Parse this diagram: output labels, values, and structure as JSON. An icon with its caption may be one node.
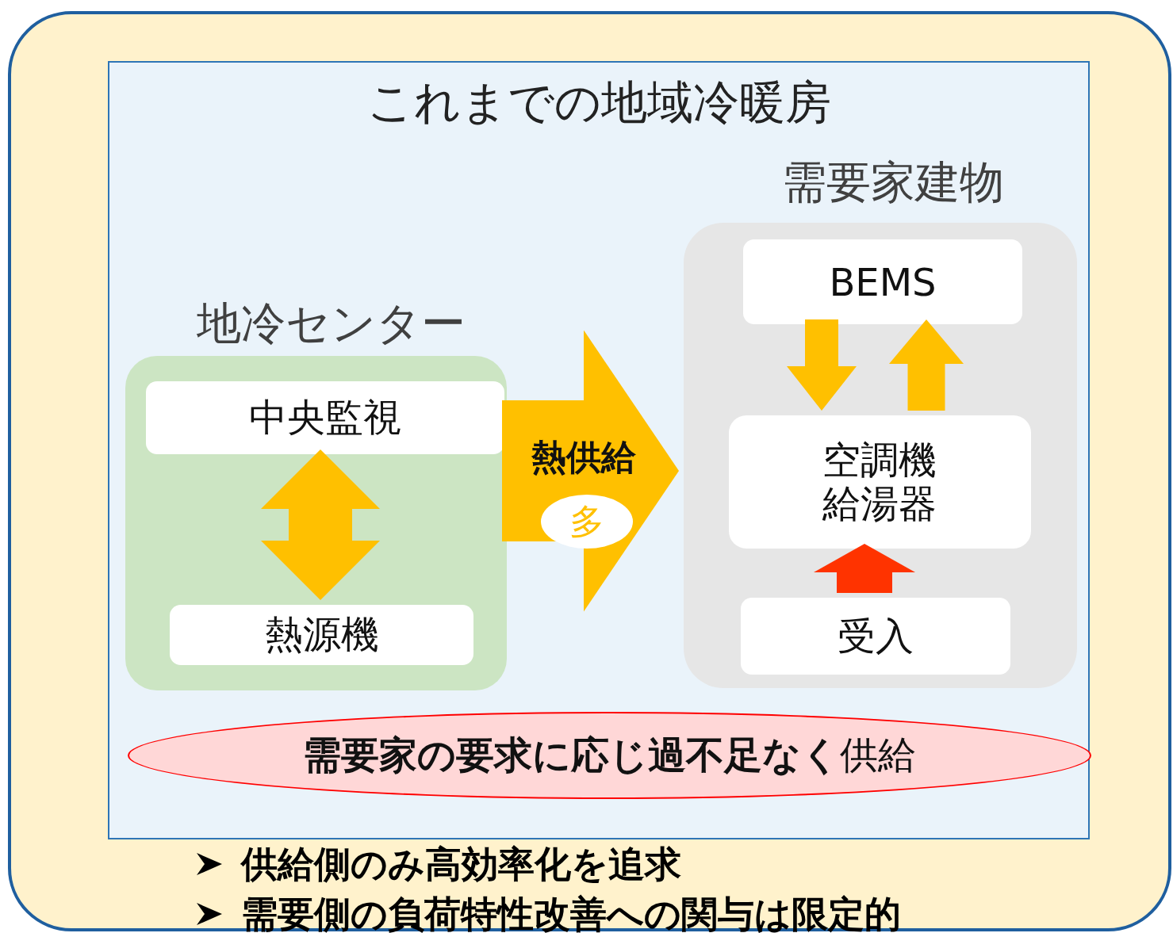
{
  "diagram": {
    "nodes": [
      {
        "text": [
          "供給側のみ高効率化を追求",
          "需要側の負荷特性改善への関与は限定的"
        ]
      },
      {
        "text": [
          "これまでの地域冷暖房"
        ],
        "in": 0
      },
      {
        "text": [
          "地冷センター"
        ],
        "in": 1
      },
      {
        "text": [
          "中央監視"
        ],
        "in": 2
      },
      {
        "text": [
          "熱源機"
        ],
        "in": 2
      },
      {
        "text": [
          "需要家建物"
        ],
        "in": 1
      },
      {
        "text": [
          "BEMS"
        ],
        "in": 5
      },
      {
        "text": [
          "空調機給湯器"
        ],
        "in": 5
      },
      {
        "text": [
          "受入"
        ],
        "in": 5
      },
      {
        "text": [
          "**需要家の要求に応じ過不足なく**供給"
        ],
        "in": 1
      },
      {
        "text": [
          "多"
        ],
        "in": 1
      }
    ],
    "edges": [
      {
        "from": 3,
        "to": 4,
        "arrow": "both"
      },
      {
        "from": 2,
        "to": 5,
        "arrow": "to",
        "label": "熱供給",
        "style": "thick"
      },
      {
        "from": 6,
        "to": 7,
        "arrow": "to"
      },
      {
        "from": 7,
        "to": 6,
        "arrow": "to"
      },
      {
        "from": 8,
        "to": 7,
        "arrow": "to",
        "color": "#ff3300"
      }
    ]
  }
}
